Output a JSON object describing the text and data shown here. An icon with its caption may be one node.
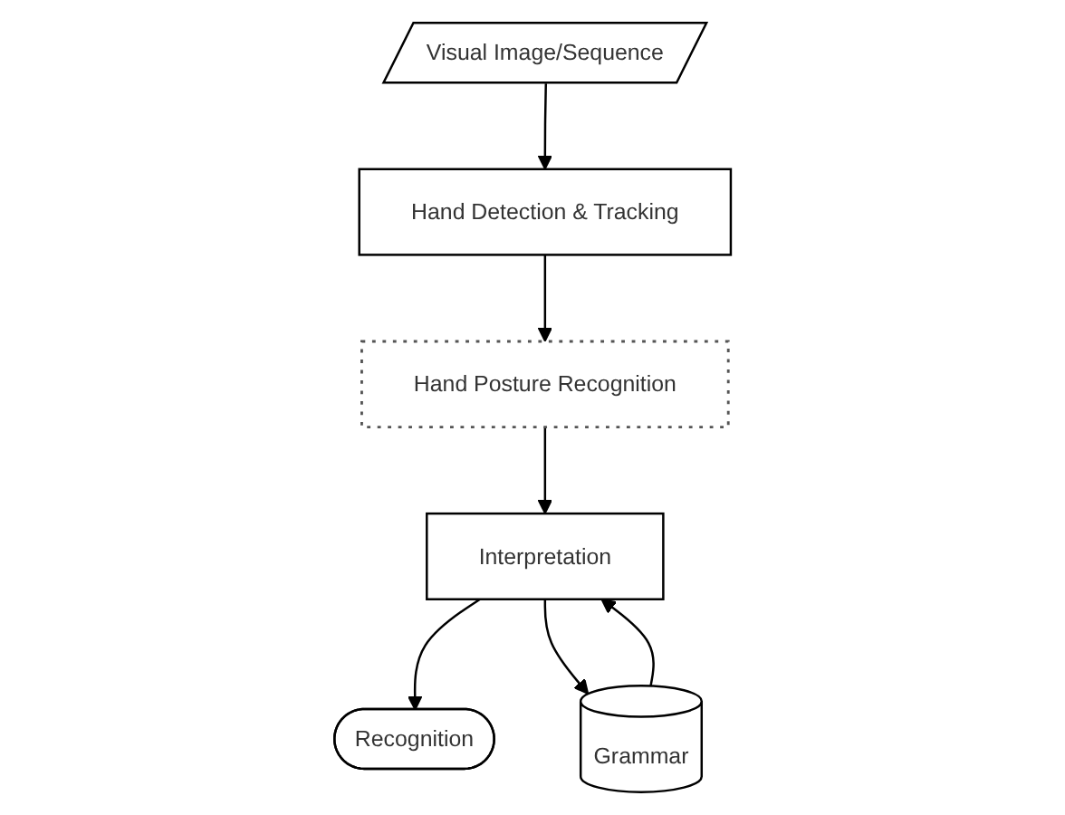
{
  "diagram": {
    "nodes": [
      {
        "text": [
          "Visual Image/Sequence"
        ]
      },
      {
        "text": [
          "Hand Detection & Tracking"
        ]
      },
      {
        "text": [
          "Hand Posture Recognition"
        ]
      },
      {
        "text": [
          "Interpretation"
        ]
      },
      {
        "text": [
          "Recognition"
        ]
      },
      {
        "text": [
          "Grammar"
        ]
      }
    ],
    "edges": [
      {
        "from": 0,
        "to": 1,
        "arrow": "to"
      },
      {
        "from": 1,
        "to": 2,
        "arrow": "to"
      },
      {
        "from": 2,
        "to": 3,
        "arrow": "to"
      },
      {
        "from": 3,
        "to": 4,
        "arrow": "to"
      },
      {
        "from": 3,
        "to": 5,
        "arrow": "to"
      },
      {
        "from": 5,
        "to": 3,
        "arrow": "to"
      }
    ]
  }
}
